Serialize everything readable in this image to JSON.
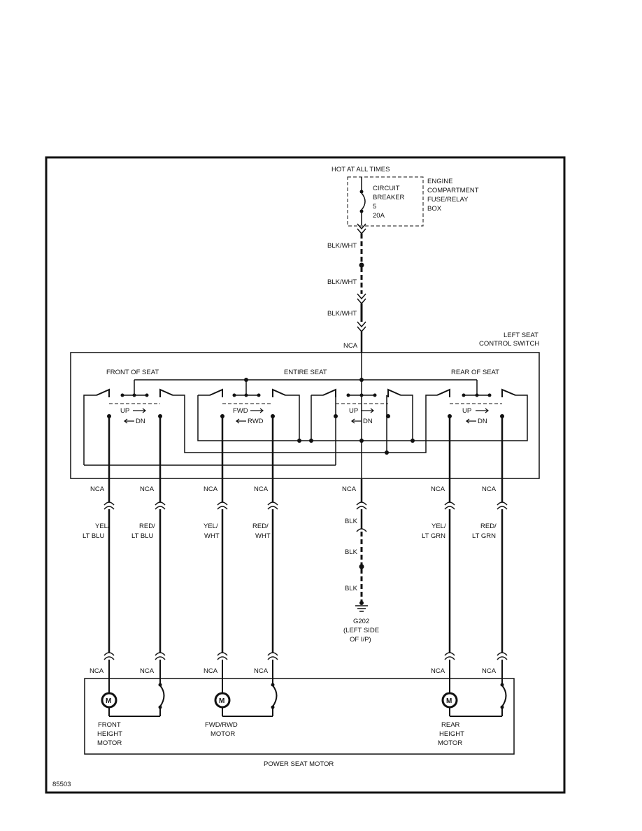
{
  "source": {
    "hot_label": "HOT AT ALL TIMES",
    "breaker": [
      "CIRCUIT",
      "BREAKER",
      "5",
      "20A"
    ],
    "box": [
      "ENGINE",
      "COMPARTMENT",
      "FUSE/RELAY",
      "BOX"
    ]
  },
  "feed": {
    "wire1": "BLK/WHT",
    "wire2": "BLK/WHT",
    "wire3": "BLK/WHT",
    "nca": "NCA"
  },
  "switch": {
    "title_line1": "LEFT SEAT",
    "title_line2": "CONTROL SWITCH",
    "front_label": "FRONT OF SEAT",
    "entire_label": "ENTIRE SEAT",
    "rear_label": "REAR OF SEAT",
    "s1_a": "UP",
    "s1_b": "DN",
    "s2_a": "FWD",
    "s2_b": "RWD",
    "s3_a": "UP",
    "s3_b": "DN",
    "s4_a": "UP",
    "s4_b": "DN"
  },
  "wires": [
    {
      "connector": "NCA",
      "color_1": "YEL/",
      "color_2": "LT BLU",
      "bottom_connector": "NCA"
    },
    {
      "connector": "NCA",
      "color_1": "RED/",
      "color_2": "LT BLU",
      "bottom_connector": "NCA"
    },
    {
      "connector": "NCA",
      "color_1": "YEL/",
      "color_2": "WHT",
      "bottom_connector": "NCA"
    },
    {
      "connector": "NCA",
      "color_1": "RED/",
      "color_2": "WHT",
      "bottom_connector": "NCA"
    },
    {
      "connector": "NCA",
      "color_1": "YEL/",
      "color_2": "LT GRN",
      "bottom_connector": "NCA"
    },
    {
      "connector": "NCA",
      "color_1": "RED/",
      "color_2": "LT GRN",
      "bottom_connector": "NCA"
    }
  ],
  "ground": {
    "connector": "NCA",
    "wire1": "BLK",
    "wire2": "BLK",
    "wire3": "BLK",
    "label": [
      "G202",
      "(LEFT SIDE",
      "OF I/P)"
    ]
  },
  "motors": {
    "front": [
      "FRONT",
      "HEIGHT",
      "MOTOR"
    ],
    "fwd": [
      "FWD/RWD",
      "MOTOR"
    ],
    "rear": [
      "REAR",
      "HEIGHT",
      "MOTOR"
    ],
    "symbol": "M",
    "box_label": "POWER SEAT MOTOR"
  },
  "figure_id": "85503"
}
